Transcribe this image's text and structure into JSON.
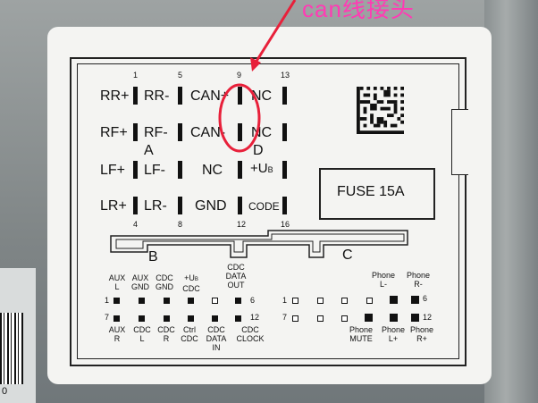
{
  "top_caption": "can线接头",
  "barcode_number": "0",
  "pin_block": {
    "rows": [
      [
        "RR+",
        "RR-",
        "CAN+",
        "NC"
      ],
      [
        "RF+",
        "RF-",
        "CAN-",
        "NC"
      ],
      [
        "LF+",
        "LF-",
        "NC",
        "+U"
      ],
      [
        "LR+",
        "LR-",
        "GND",
        "CODE"
      ]
    ],
    "uplus_subscript": "B",
    "top_numbers": [
      "1",
      "5",
      "9",
      "13"
    ],
    "bottom_numbers": [
      "4",
      "8",
      "12",
      "16"
    ],
    "letter_a": "A",
    "letter_d": "D"
  },
  "fuse_label": "FUSE 15A",
  "connector_b": {
    "letter": "B",
    "top_labels": [
      [
        "AUX",
        "L"
      ],
      [
        "AUX",
        "GND"
      ],
      [
        "CDC",
        "GND"
      ],
      [
        "+U",
        "CDC"
      ],
      [
        "CDC",
        "DATA",
        "OUT"
      ]
    ],
    "uplus_subscript": "B",
    "bottom_labels": [
      [
        "AUX",
        "R"
      ],
      [
        "CDC",
        "L"
      ],
      [
        "CDC",
        "R"
      ],
      [
        "Ctrl",
        "CDC"
      ],
      [
        "CDC",
        "DATA",
        "IN"
      ],
      [
        "CDC",
        "CLOCK"
      ]
    ],
    "num_top_left": "1",
    "num_top_right": "6",
    "num_bottom_left": "7",
    "num_bottom_right": "12"
  },
  "connector_c": {
    "letter": "C",
    "top_labels": [
      [
        "Phone",
        "L-"
      ],
      [
        "Phone",
        "R-"
      ]
    ],
    "bottom_labels": [
      [
        "Phone",
        "MUTE"
      ],
      [
        "Phone",
        "L+"
      ],
      [
        "Phone",
        "R+"
      ]
    ],
    "num_top_left": "1",
    "num_top_right": "6",
    "num_bottom_left": "7",
    "num_bottom_right": "12"
  },
  "colors": {
    "annotation": "#e8203a",
    "caption": "#ff3bb4",
    "label_bg": "#f4f4f2",
    "ink": "#111111"
  }
}
